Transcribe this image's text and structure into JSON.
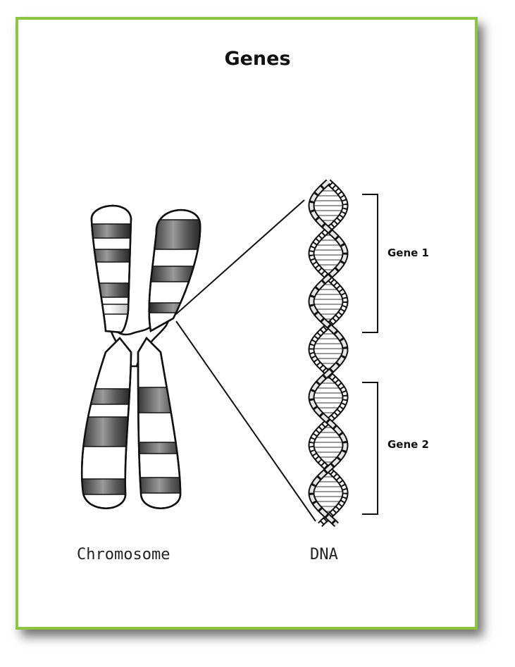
{
  "title": "Genes",
  "labels": {
    "chromosome": "Chromosome",
    "dna": "DNA"
  },
  "genes": [
    {
      "label": "Gene 1"
    },
    {
      "label": "Gene 2"
    }
  ],
  "colors": {
    "border": "#8cc63f",
    "ink": "#111111",
    "band_dark": "#2b2b2b",
    "band_light": "#f2f2f2"
  },
  "icons": {
    "chromosome": "chromosome-icon",
    "dna": "dna-double-helix-icon"
  }
}
